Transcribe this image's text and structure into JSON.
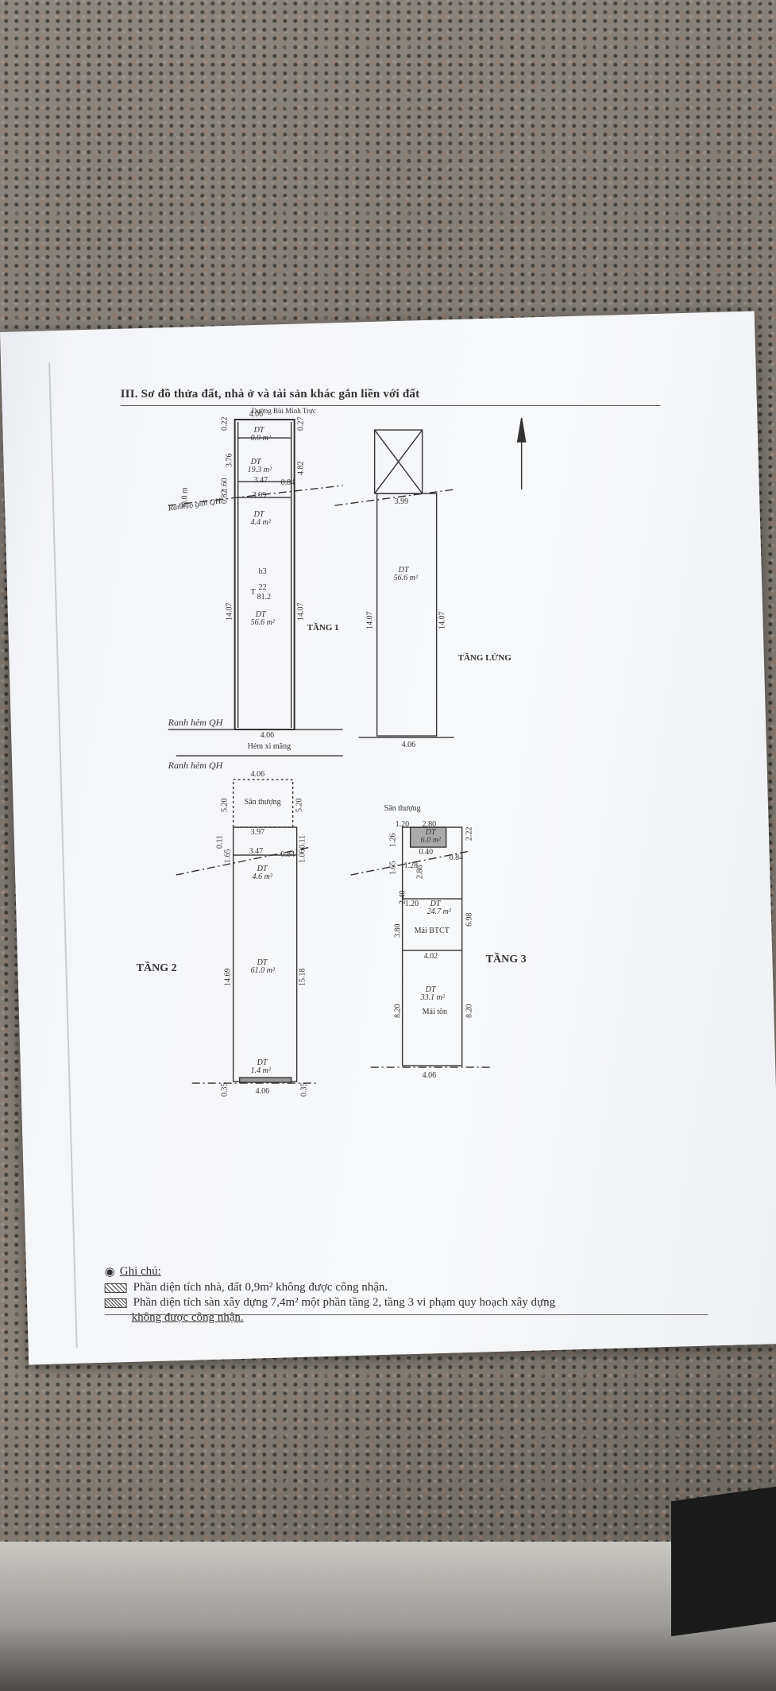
{
  "doc": {
    "heading": "III. Sơ đồ thửa đất, nhà ở và tài sản khác gắn liền với đất",
    "street": "Đường Bùi Minh Trực"
  },
  "floor1": {
    "title": "TẦNG 1",
    "top_width": "4.06",
    "bottom_width": "4.06",
    "mid_width": "3.99",
    "width_347": "3.47",
    "dim_022": "0.22",
    "dim_376": "3.76",
    "dim_482": "4.82",
    "dim_027": "0.27",
    "dim_160": "1.60",
    "dim_082": "0.82",
    "dim_084": "0.84",
    "dim_1407_left": "14.07",
    "dim_1407_right": "14.07",
    "setback": "30.0 m",
    "row1": {
      "label": "DT",
      "area": "0.9 m²"
    },
    "row2": {
      "label": "DT",
      "area": "19.3 m²"
    },
    "row3": {
      "label": "DT",
      "area": "4.4 m²"
    },
    "parcel": "b3",
    "sheet_label": "T",
    "sheet_num": "22",
    "sheet_sub": "81.2",
    "row4": {
      "label": "DT",
      "area": "56.6 m²"
    },
    "road_boundary": "Ranh lộ giới QH",
    "alley_boundary": "Ranh hẻm QH",
    "alley": "Hẻm xi măng"
  },
  "mezzanine": {
    "title": "TẦNG LỬNG",
    "width": "3.99",
    "bottom_width": "4.06",
    "dim_left": "14.07",
    "dim_right": "14.07",
    "dt_label": "DT",
    "dt_area": "56.6 m²"
  },
  "floor2": {
    "title": "TẦNG 2",
    "alley_boundary": "Ranh hẻm QH",
    "top_width": "4.06",
    "terrace": "Sân thượng",
    "dim_520a": "5.20",
    "dim_520b": "5.20",
    "mid_width": "3.97",
    "dim_011a": "0.11",
    "dim_165": "1.65",
    "dim_011b": "0.11",
    "dim_106": "1.06",
    "width_347": "3.47",
    "dim_084": "0.84",
    "row1": {
      "label": "DT",
      "area": "4.6 m²"
    },
    "row2": {
      "label": "DT",
      "area": "61.0 m²"
    },
    "dim_1469": "14.69",
    "dim_1518": "15.18",
    "row3": {
      "label": "DT",
      "area": "1.4 m²"
    },
    "dim_035a": "0.35",
    "dim_035b": "0.35",
    "bottom_width": "4.06"
  },
  "floor3": {
    "title": "TẦNG 3",
    "terrace": "Sân thượng",
    "dim_120a": "1.20",
    "dim_280": "2.80",
    "dim_222": "2.22",
    "row1": {
      "label": "DT",
      "area": "6.0 m²"
    },
    "dim_126": "1.26",
    "dim_165": "1.65",
    "dim_040": "0.40",
    "dim_084": "0.84",
    "dim_128": "1.28",
    "dim_286": "2.86",
    "dim_240": "2.40",
    "dim_698": "6.98",
    "dim_120b": "1.20",
    "row2": {
      "label": "DT",
      "area": "24.7 m²"
    },
    "dim_380": "3.80",
    "roof_concrete": "Mái BTCT",
    "width_402": "4.02",
    "row3": {
      "label": "DT",
      "area": "33.1 m²"
    },
    "dim_820a": "8.20",
    "dim_820b": "8.20",
    "roof_tin": "Mái tôn",
    "bottom_width": "4.06"
  },
  "legend": {
    "title": "Ghi chú:",
    "item1": "Phần diện tích nhà, đất 0,9m² không được công nhận.",
    "item2": "Phần diện tích sàn xây dựng 7,4m² một phần tầng 2, tầng 3 vi phạm quy hoạch xây dựng",
    "item2b": "không được công nhận."
  }
}
